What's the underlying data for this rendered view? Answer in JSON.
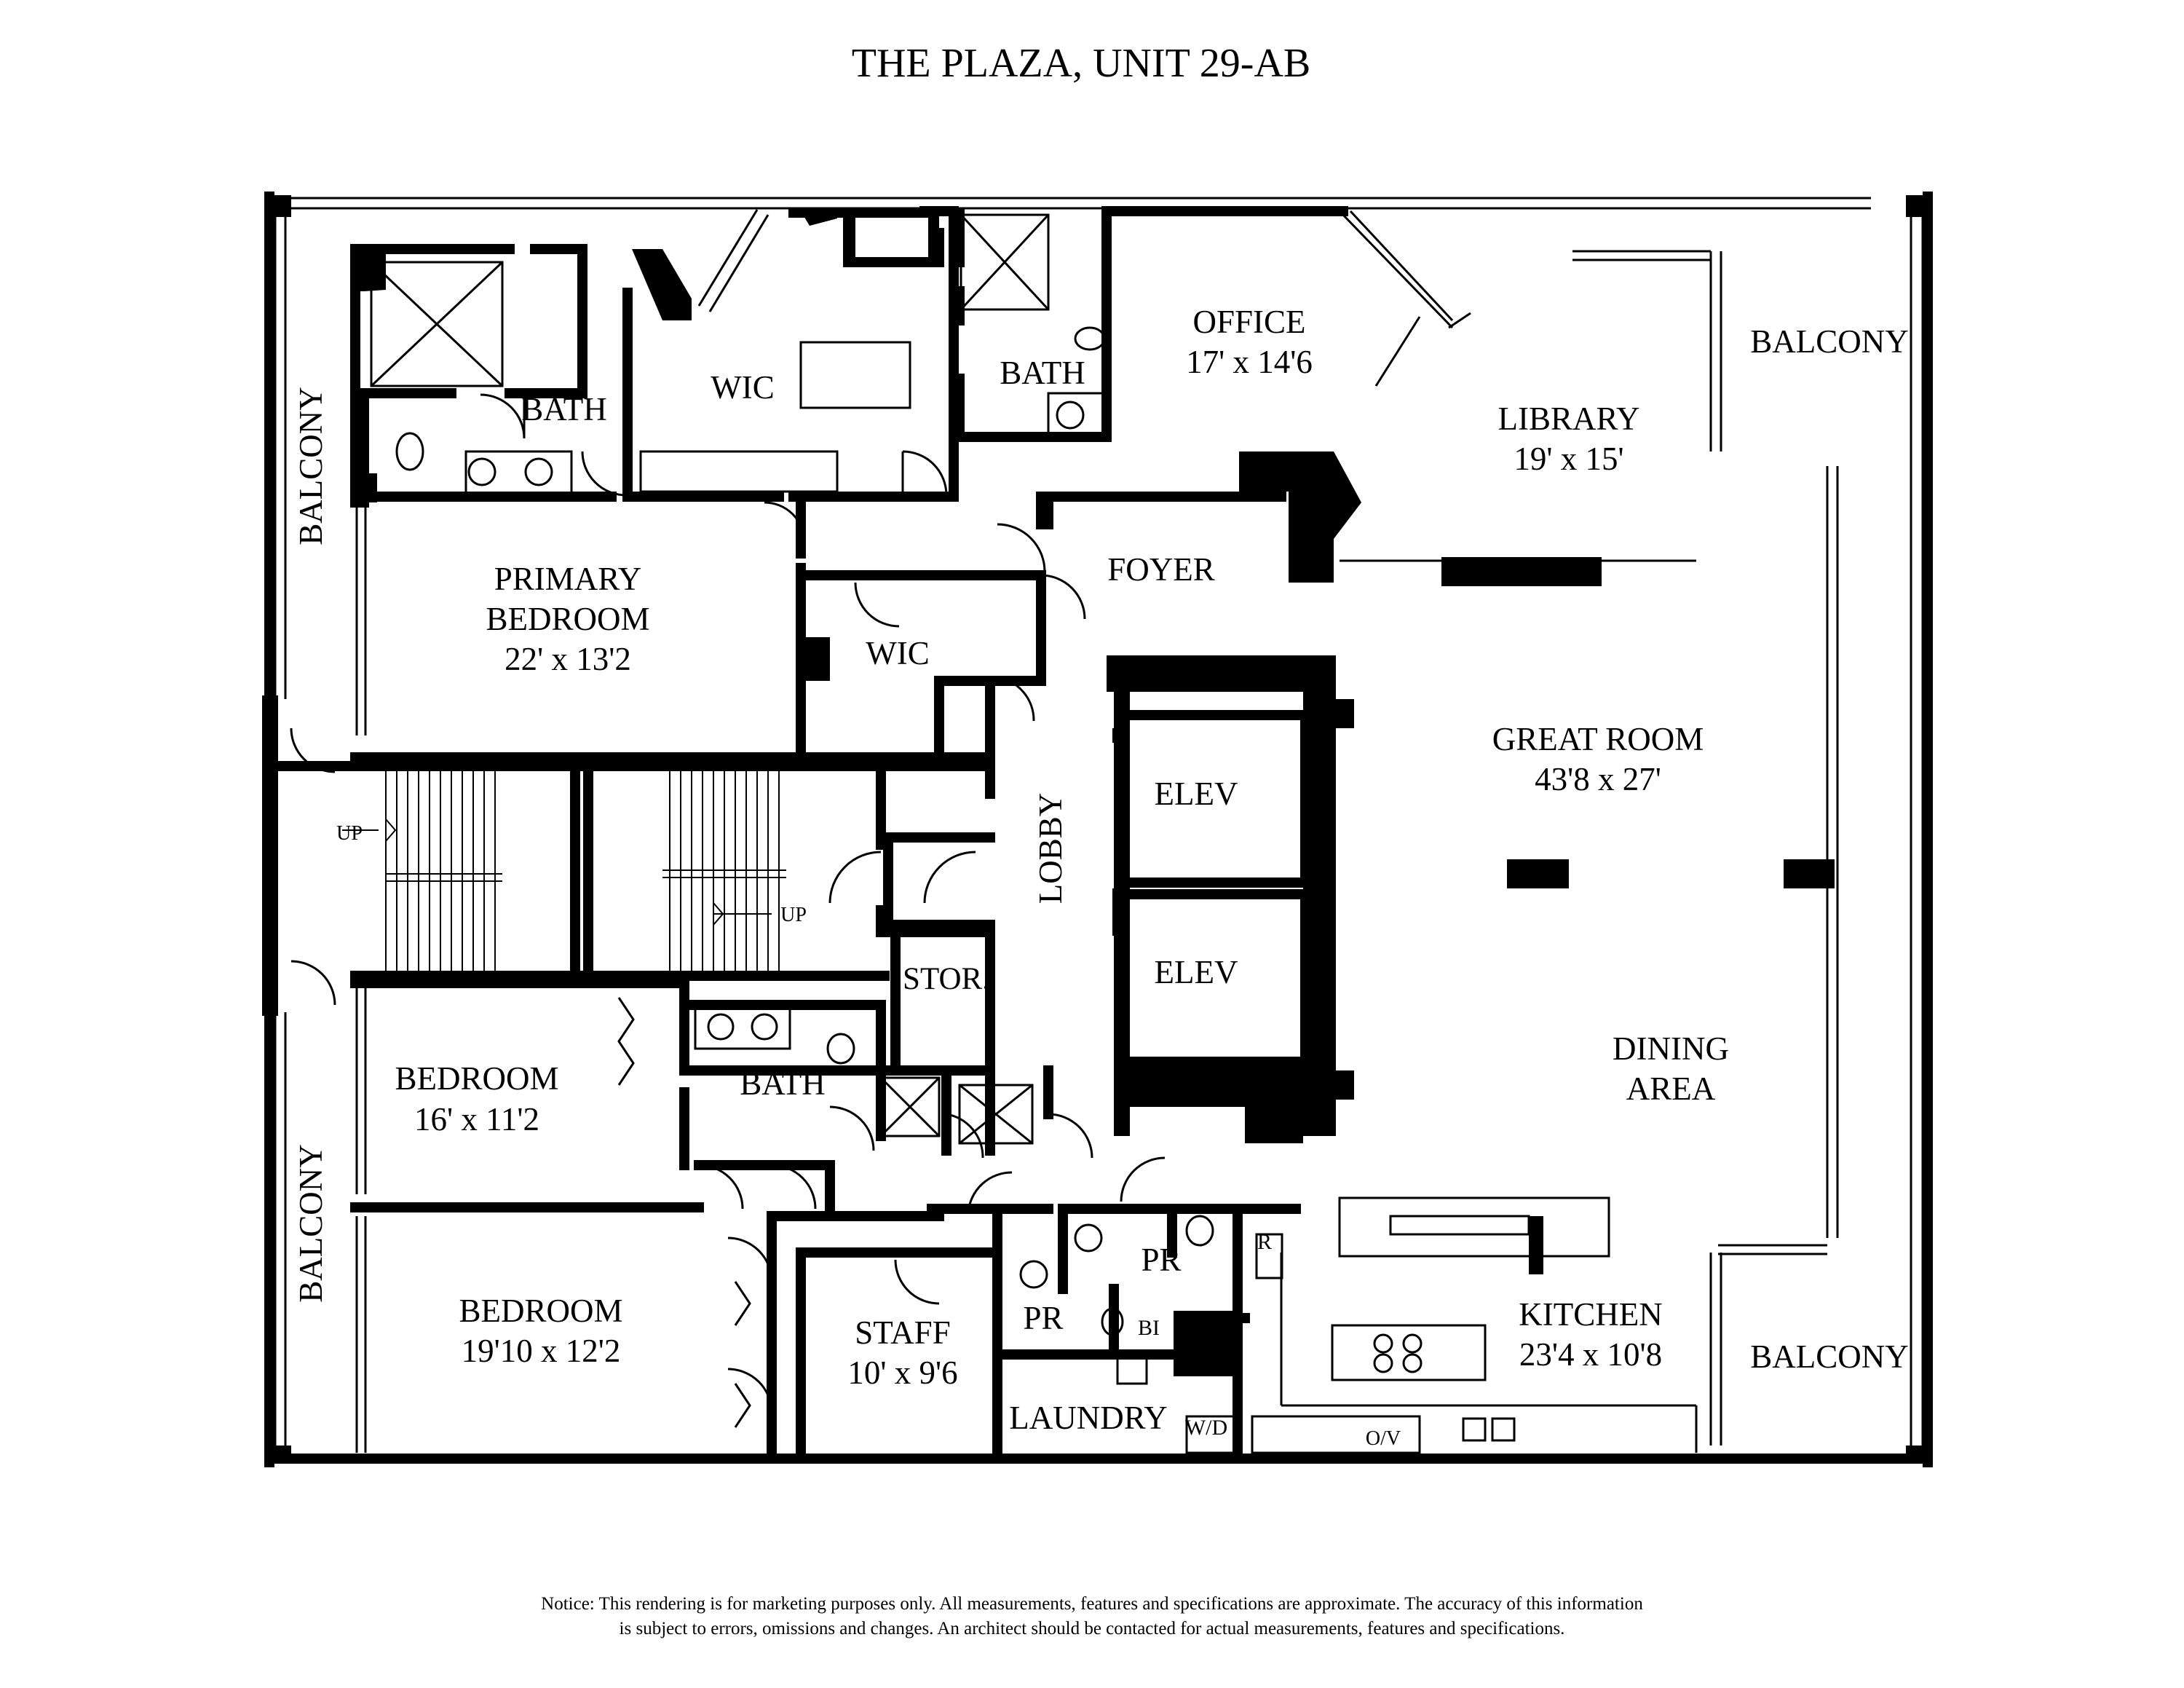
{
  "title": "THE PLAZA, UNIT 29-AB",
  "rooms": {
    "office": {
      "name": "OFFICE",
      "dims": "17' x 14'6"
    },
    "library": {
      "name": "LIBRARY",
      "dims": "19' x 15'"
    },
    "primary_bedroom": {
      "line1": "PRIMARY",
      "line2": "BEDROOM",
      "dims": "22' x 13'2"
    },
    "great_room": {
      "name": "GREAT ROOM",
      "dims": "43'8 x 27'"
    },
    "dining_area": {
      "line1": "DINING",
      "line2": "AREA"
    },
    "kitchen": {
      "name": "KITCHEN",
      "dims": "23'4 x 10'8"
    },
    "bedroom_2": {
      "name": "BEDROOM",
      "dims": "16' x 11'2"
    },
    "bedroom_3": {
      "name": "BEDROOM",
      "dims": "19'10 x 12'2"
    },
    "staff": {
      "name": "STAFF",
      "dims": "10' x 9'6"
    }
  },
  "labels": {
    "bath": "BATH",
    "wic": "WIC",
    "foyer": "FOYER",
    "lobby": "LOBBY",
    "elev": "ELEV",
    "stor": "STOR.",
    "pr": "PR",
    "laundry": "LAUNDRY",
    "wd": "W/D",
    "bi": "BI",
    "r": "R",
    "ov": "O/V",
    "up": "UP",
    "balcony": "BALCONY"
  },
  "notice": {
    "line1": "Notice: This rendering is for marketing purposes only. All measurements, features and specifications are approximate. The accuracy of this information",
    "line2": "is subject to errors, omissions and changes. An architect should be contacted for actual measurements, features and specifications."
  }
}
